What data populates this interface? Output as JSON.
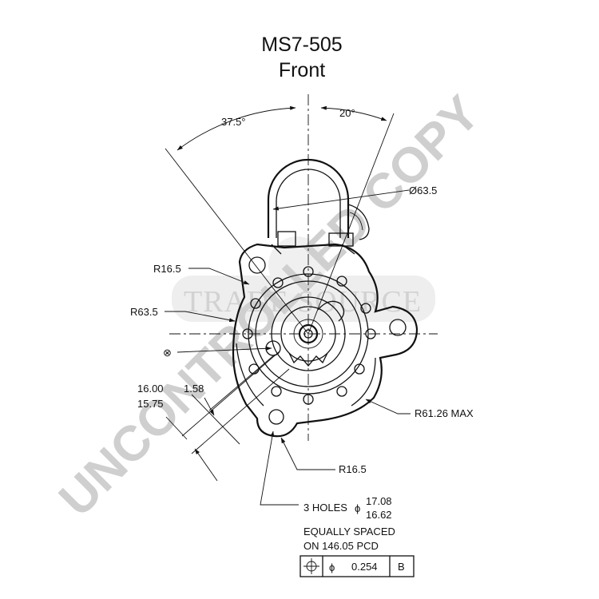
{
  "title": {
    "line1": "MS7-505",
    "line2": "Front"
  },
  "watermark": {
    "text": "UNCONTROLLED COPY",
    "logo_text": "TRADE SOURCE"
  },
  "dimensions": {
    "angle_left": "37.5°",
    "angle_right": "20°",
    "boss_diameter": "Ø63.5",
    "r_upper_ear": "R16.5",
    "r_body": "R63.5",
    "r_flange_max": "R61.26 MAX",
    "r_lower_ear": "R16.5",
    "offset_upper": "16.00",
    "offset_lower": "15.75",
    "offset_small": "1.58",
    "holes_label": "3 HOLES",
    "holes_diam_symbol": "ϕ",
    "holes_upper": "17.08",
    "holes_lower": "16.62",
    "spacing_line1": "EQUALLY SPACED",
    "spacing_line2": "ON 146.05 PCD",
    "tolerance_symbol": "ϕ",
    "tolerance_value": "0.254",
    "datum": "B"
  }
}
